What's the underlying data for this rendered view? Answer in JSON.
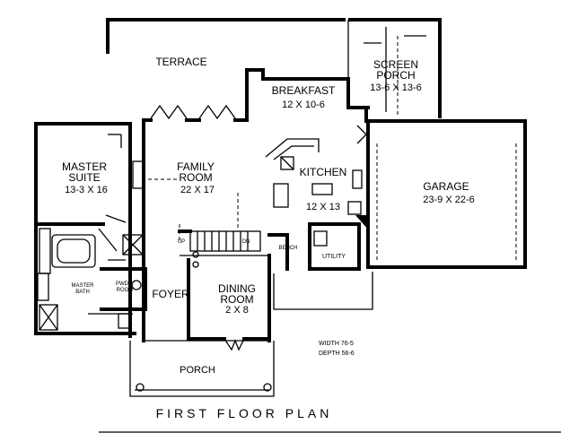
{
  "rooms": {
    "terrace": "TERRACE",
    "breakfast": {
      "name": "BREAKFAST",
      "dims": "12 X 10-6"
    },
    "screen_porch": {
      "name1": "SCREEN",
      "name2": "PORCH",
      "dims": "13-6 X 13-6"
    },
    "master_suite": {
      "name": "MASTER",
      "name2": "SUITE",
      "dims": "13-3 X 16"
    },
    "family_room": {
      "name": "FAMILY",
      "name2": "ROOM",
      "dims": "22 X 17"
    },
    "kitchen": {
      "name": "KITCHEN",
      "dims": "12 X 13"
    },
    "garage": {
      "name": "GARAGE",
      "dims": "23-9 X 22-6"
    },
    "master_bath": {
      "name1": "MASTER",
      "name2": "BATH"
    },
    "powder_room": {
      "name1": "PWDR.",
      "name2": "ROOM"
    },
    "foyer": "FOYER",
    "dining_room": {
      "name": "DINING",
      "name2": "ROOM",
      "dims": "2 X 8"
    },
    "utility": "UTILITY",
    "bench": "BENCH",
    "porch": "PORCH"
  },
  "stair_labels": {
    "up": "UP",
    "down": "DN"
  },
  "dimensions": {
    "width": "WIDTH 76-5",
    "depth": "DEPTH 56-6"
  },
  "plan_title": "FIRST FLOOR PLAN"
}
